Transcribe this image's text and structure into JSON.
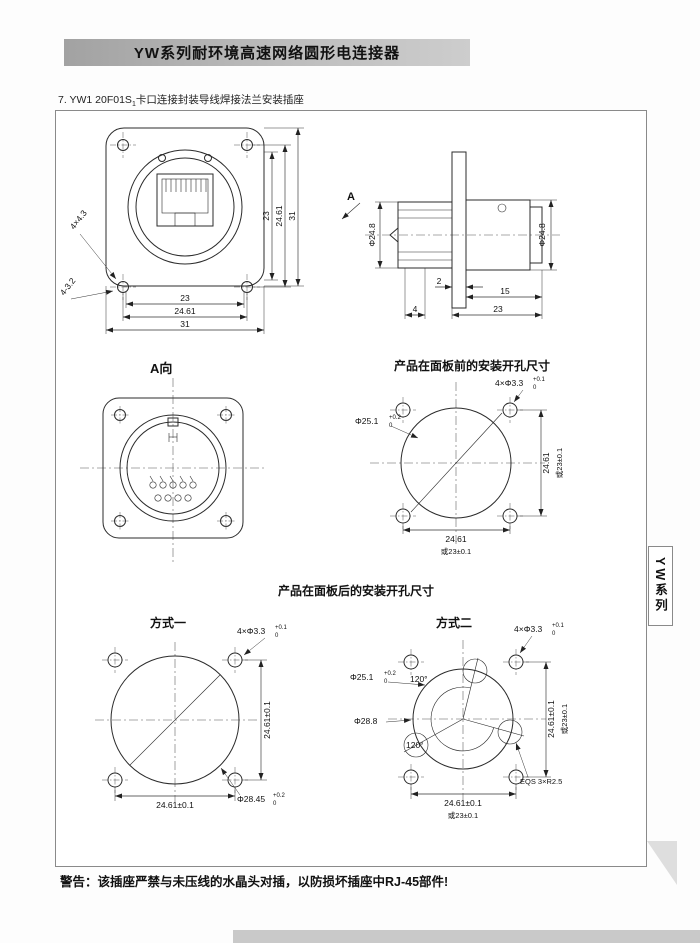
{
  "page": {
    "header_title": "YW系列耐环境高速网络圆形电连接器",
    "section_prefix": "7. YW1 20F01S",
    "section_subscript": "1",
    "section_suffix": "卡口连接封装导线焊接法兰安装插座",
    "side_tab_label": "YW系列",
    "warning_text": "警告：该插座严禁与未压线的水晶头对插，以防损坏插座中RJ-45部件!"
  },
  "front_view": {
    "corner_label_top": "4×4.3",
    "corner_label_bottom": "4-3.2",
    "dim_right_inner": "23",
    "dim_right_mid": "24.61",
    "dim_right_outer": "31",
    "dim_bottom_inner": "23",
    "dim_bottom_mid": "24.61",
    "dim_bottom_outer": "31"
  },
  "side_view": {
    "view_label": "A",
    "dia_front": "Φ24.8",
    "dia_rear": "Φ24.8",
    "dim_flange": "2",
    "dim_rear_len": "15",
    "dim_front_len": "4",
    "dim_total": "23"
  },
  "view_a": {
    "title": "A向"
  },
  "panel_front": {
    "title": "产品在面板前的安装开孔尺寸",
    "holes_label": "4×Φ3.3",
    "holes_tol_upper": "+0.1",
    "holes_tol_lower": "0",
    "dia_label": "Φ25.1",
    "dia_tol_upper": "+0.2",
    "dia_tol_lower": "0",
    "dim_right_1": "24.61",
    "dim_right_2": "或23±0.1",
    "dim_bottom_1": "24.61",
    "dim_bottom_2": "或23±0.1"
  },
  "panel_back": {
    "title": "产品在面板后的安装开孔尺寸",
    "method1": {
      "title": "方式一",
      "holes_label": "4×Φ3.3",
      "holes_tol_upper": "+0.1",
      "holes_tol_lower": "0",
      "dia_label": "Φ28.45",
      "dia_tol_upper": "+0.2",
      "dia_tol_lower": "0",
      "dim_right": "24.61±0.1",
      "dim_bottom": "24.61±0.1"
    },
    "method2": {
      "title": "方式二",
      "holes_label": "4×Φ3.3",
      "holes_tol_upper": "+0.1",
      "holes_tol_lower": "0",
      "dia_inner_label": "Φ25.1",
      "dia_inner_tol_upper": "+0.2",
      "dia_inner_tol_lower": "0",
      "dia_outer_label": "Φ28.8",
      "angle_top": "120°",
      "angle_bottom": "120°",
      "eqs_label": "EQS 3×R2.5",
      "dim_right_1": "24.61±0.1",
      "dim_right_2": "或23±0.1",
      "dim_bottom_1": "24.61±0.1",
      "dim_bottom_2": "或23±0.1"
    }
  }
}
